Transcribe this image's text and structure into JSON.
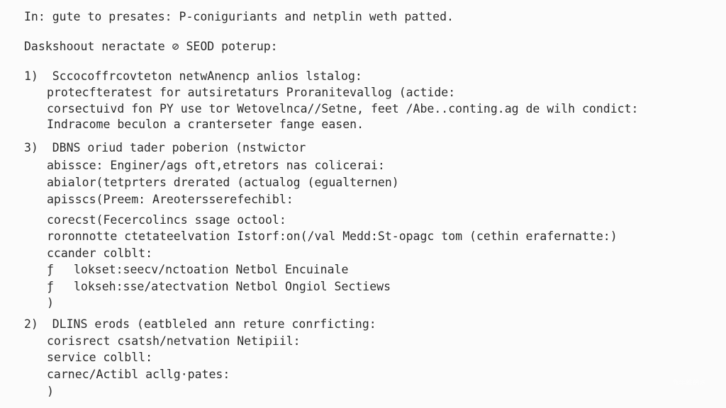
{
  "document": {
    "intro": "In: gute to presates: P-coniguriants and netplin weth patted.",
    "subtitle": "Daskshoout neractate ⊘ SEOD poterup:",
    "section1": {
      "heading": "1)  Sccocoffrcovteton netwAnencp anlios lstalog:",
      "lines": [
        "protecfteratest for autsiretaturs Proranitevallog (actide:",
        "corsectuivd fon PY use tor Wetovelnca//Setne, feet /Abe..conting.ag de wilh condict:",
        "Indracome beculon a cranterseter fange easen."
      ]
    },
    "section3": {
      "heading": "3)  DBNS oriud tader poberion (nstwictor",
      "lines_a": [
        "abissce: Enginer/ags oft,etretors nas colicerai:",
        "abialor(tetprters drerated (actualog (egualternen)",
        "apisscs(Preem: Areotersserefechibl:"
      ],
      "lines_b": [
        "corecst(Fecercolincs ssage octool:",
        "roronnotte ctetateelvation Istorf:on(/val Medd:St-opagc tom (cethin erafernatte:)",
        "ccander colblt:"
      ],
      "bullets": [
        {
          "marker": "ƒ",
          "text": "lokset:seecv/nctoation Netbol Encuinale"
        },
        {
          "marker": "ƒ",
          "text": "lokseh:sse/atectvation Netbol Ongiol Sectiews"
        }
      ],
      "closing": ")"
    },
    "section2": {
      "heading": "2)  DLINS erods (eatbleled ann reture conrficting:",
      "lines": [
        "corisrect csatsh/netvation Netipiil:",
        "service colbll:",
        "carnec/Actibl acllg·pates:"
      ],
      "closing": ")"
    }
  },
  "watermark": "九年维纳网"
}
